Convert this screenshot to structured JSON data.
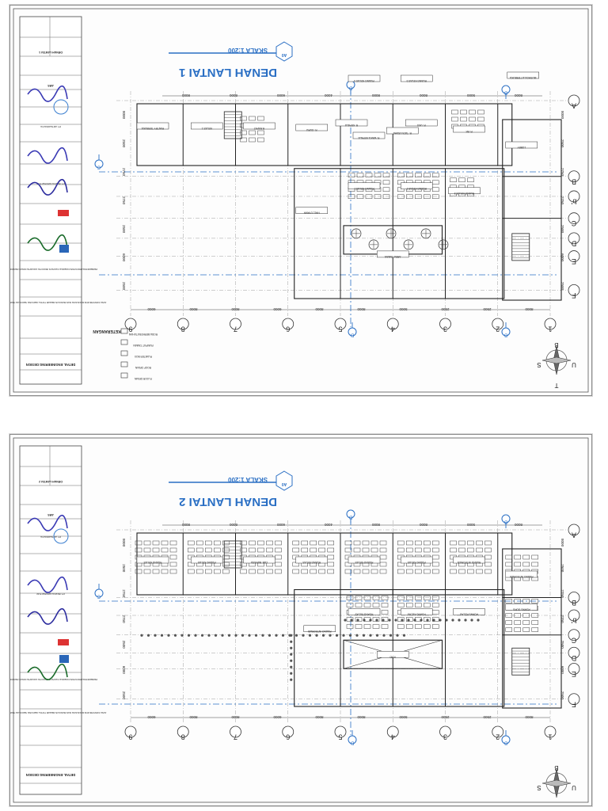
{
  "sheets": [
    {
      "title": "DENAH LANTAI 1",
      "scale": "SKALA 1:200",
      "badge": "A0",
      "col_labels": [
        "9",
        "8",
        "7",
        "6",
        "5",
        "4",
        "3",
        "2",
        "1"
      ],
      "row_labels": [
        "A",
        "B",
        "b'",
        "C",
        "D",
        "E",
        "F"
      ],
      "dims_bottom": [
        "6000",
        "8000",
        "8000",
        "6000",
        "8000",
        "8000",
        "5000",
        "2500",
        "2500",
        "8000"
      ],
      "dims_top": [
        "8000",
        "8000",
        "6000",
        "4000",
        "8000",
        "8000",
        "5000",
        "8000"
      ],
      "dims_side": [
        "8000",
        "2500",
        "2750",
        "2750",
        "2500",
        "6000",
        "2500"
      ],
      "rooms": [
        "PANTRY TERBUKA",
        "KELAS 1",
        "R.RAPAT",
        "R. GURU",
        "R. KEPALA",
        "R. WAKIL KEPALA",
        "R. TATA USAHA",
        "R. UKS",
        "R. BK",
        "LOBBY",
        "MUSHOLLA TERBUKA",
        "RUANG KELAS 1",
        "RUANG KELAS 2",
        "RUANG KELAS 3",
        "RUANG KELAS 4",
        "RUANG KELAS 5",
        "HALL UTAMA",
        "AREA TAMAN"
      ],
      "legend_title": "KETERANGAN",
      "legend": [
        "FLOOR DRAIN",
        "ROOF DRAIN",
        "PLANTER BOX",
        "RUMPUT TAMAN",
        "RODA BERKEBUTUHAN"
      ],
      "titleblock": {
        "project": "DETAIL ENGINEERING DESIGN",
        "job": "JASA KONSTRUKSI RANCANG DAN BANGUN REHAB TOTAL GEDUNG SEKOLAH SMAN 2 JAKARTA",
        "owner": "PEMERINTAH PROVINSI DAERAH KHUSUS IBUKOTA JAKARTA DINAS PENDIDIKAN",
        "consultant": "PT. BINAYA ARSITEKTUR",
        "contractor": "PT. ARTHAWIJAYA",
        "sheet_title": "DENAH LANTAI 1",
        "sheet_no": "ARS"
      },
      "compass": {
        "n": "U",
        "s": "S",
        "e": "T",
        "w": "B"
      }
    },
    {
      "title": "DENAH LANTAI 2",
      "scale": "SKALA 1:200",
      "badge": "A0",
      "col_labels": [
        "9",
        "8",
        "7",
        "6",
        "5",
        "4",
        "3",
        "2",
        "1"
      ],
      "row_labels": [
        "A",
        "B",
        "b'",
        "C",
        "D",
        "E",
        "F"
      ],
      "dims_bottom": [
        "6000",
        "8000",
        "8000",
        "6000",
        "8000",
        "8000",
        "5000",
        "2500",
        "2500",
        "8000"
      ],
      "dims_top": [
        "8000",
        "8000",
        "6000",
        "4000",
        "8000",
        "8000",
        "5000",
        "8000"
      ],
      "dims_side": [
        "8000",
        "2500",
        "2750",
        "2750",
        "2500",
        "6000",
        "2500"
      ],
      "rooms": [
        "RUANG KELAS",
        "RUANG KELAS",
        "LAB. BAHASA",
        "RUANG KELAS",
        "RUANG KELAS",
        "RUANG KELAS",
        "RUANG INTEGRASI",
        "RUANG INTEGRASI",
        "VOID",
        "RUANG KELAS",
        "RUANG KELAS",
        "RUANG KELAS",
        "RUANG INTEGRASI",
        "RUANG GURU"
      ],
      "legend_title": "",
      "legend": [],
      "titleblock": {
        "project": "DETAIL ENGINEERING DESIGN",
        "job": "JASA KONSTRUKSI RANCANG DAN BANGUN REHAB TOTAL GEDUNG SEKOLAH SMAN 2 JAKARTA",
        "owner": "PEMERINTAH PROVINSI DAERAH KHUSUS IBUKOTA JAKARTA DINAS PENDIDIKAN",
        "consultant": "PT. BINAYA ARSITEKTUR",
        "contractor": "PT. ARTHAWIJAYA",
        "sheet_title": "DENAH LANTAI 2",
        "sheet_no": "ARS"
      },
      "compass": {
        "n": "U",
        "s": "S",
        "e": "T",
        "w": "B"
      }
    }
  ]
}
